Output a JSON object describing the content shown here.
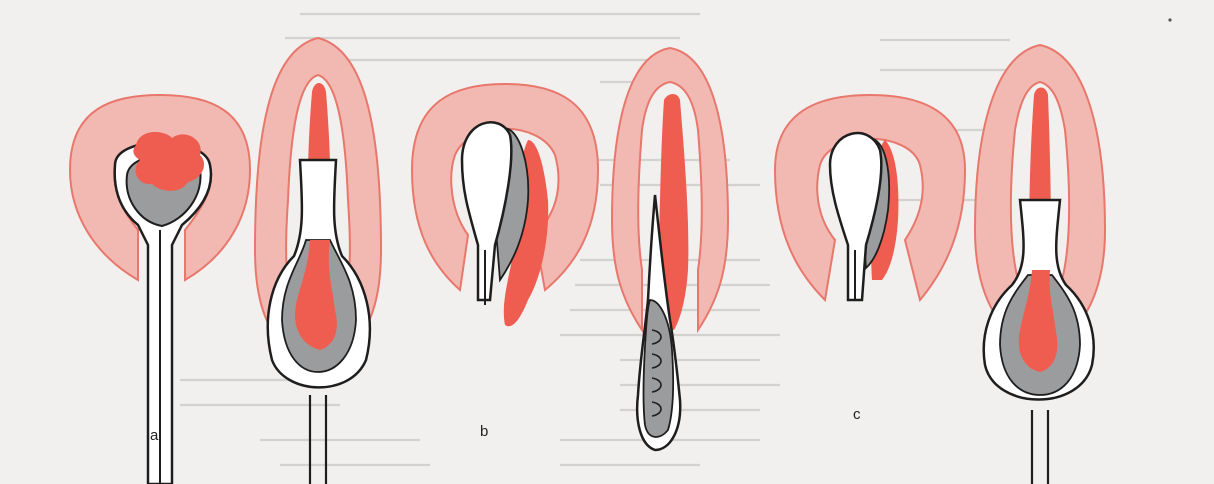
{
  "labels": {
    "a": "a",
    "b": "b",
    "c": "c"
  },
  "colors": {
    "paper": "#f1f0ee",
    "wall_fill": "#f2b9b2",
    "wall_stroke": "#e8776c",
    "lesion": "#ee5d4f",
    "gray_fill": "#9b9c9e",
    "outline": "#1e1e1e",
    "bleed_text": "#b9b7b3"
  }
}
